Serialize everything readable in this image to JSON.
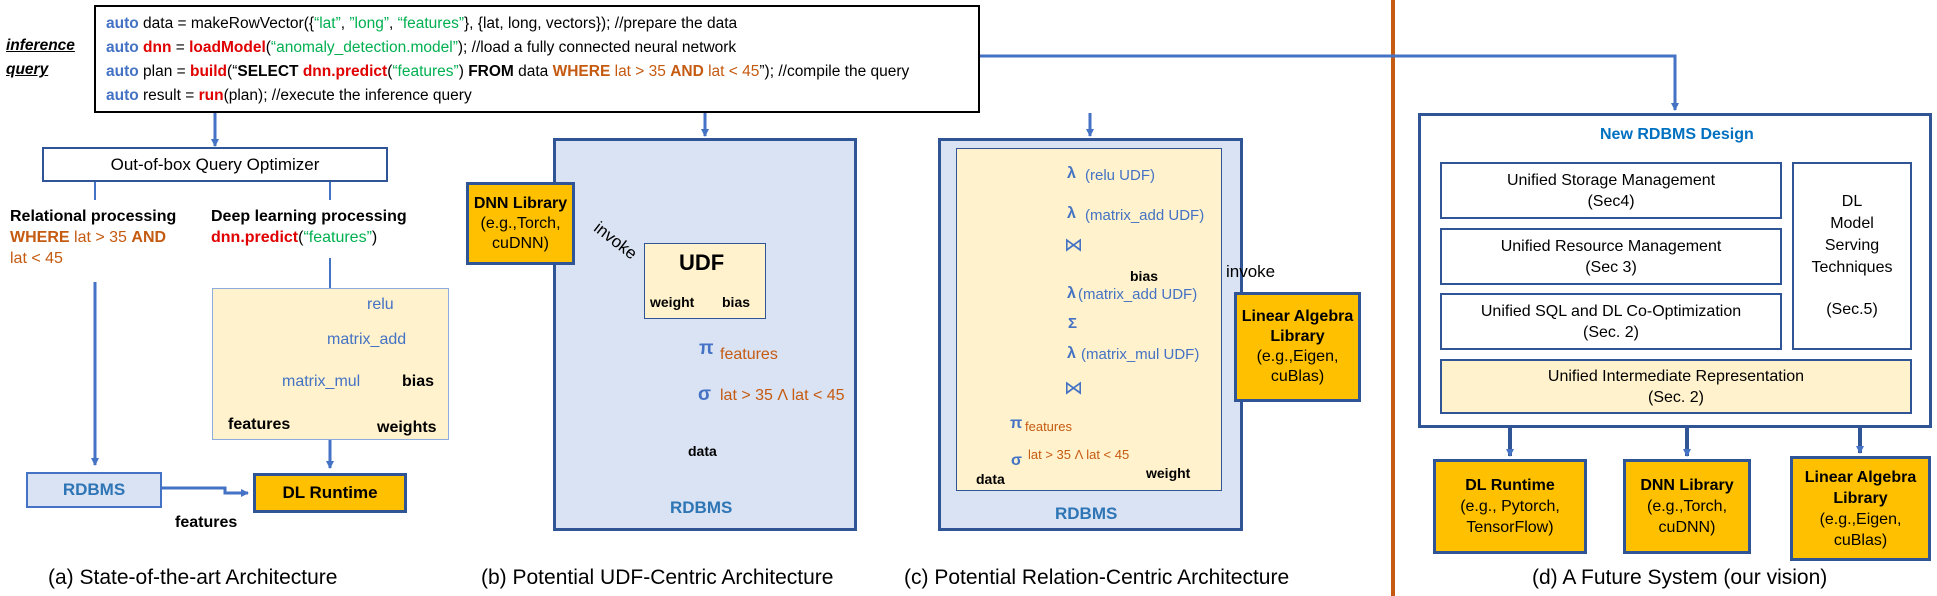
{
  "code": {
    "label_line1": "inference",
    "label_line2": "query",
    "keyword_auto": "auto",
    "l1_a": " data = makeRowVector({",
    "l1_s1": "“lat”",
    "l1_c1": ", ",
    "l1_s2": "”long”",
    "l1_c2": ", ",
    "l1_s3": "“features”",
    "l1_b": "}, {lat, long, vectors}); //prepare the data",
    "l2_var": "dnn",
    "l2_eq": " = ",
    "l2_fn": "loadModel",
    "l2_p1": "(",
    "l2_str": "“anomaly_detection.model”",
    "l2_rest": "); //load a fully connected neural network",
    "l3_a": " plan = ",
    "l3_fn": "build",
    "l3_q1": "(“",
    "l3_select": "SELECT ",
    "l3_predict": "dnn.predict",
    "l3_p1": "(",
    "l3_feat": "“features”",
    "l3_p2": ") ",
    "l3_from": "FROM",
    "l3_data": " data ",
    "l3_where": "WHERE",
    "l3_cond1": " lat > 35 ",
    "l3_and": "AND",
    "l3_cond2": " lat < 45",
    "l3_rest": "”); //compile the query",
    "l4_a": " result = ",
    "l4_fn": "run",
    "l4_rest": "(plan); //execute the inference query"
  },
  "panel_a": {
    "optimizer": "Out-of-box Query Optimizer",
    "relational_title": "Relational processing",
    "relational_where": "WHERE",
    "relational_cond1": " lat > 35 ",
    "relational_and": "AND",
    "relational_cond2": "lat < 45",
    "dl_title": "Deep learning processing",
    "dl_predict": "dnn.predict",
    "dl_p1": "(",
    "dl_feat": "“features”",
    "dl_p2": ")",
    "relu": "relu",
    "matrix_add": "matrix_add",
    "matrix_mul": "matrix_mul",
    "bias": "bias",
    "features": "features",
    "weights": "weights",
    "rdbms": "RDBMS",
    "dl_runtime": "DL Runtime",
    "features_edge": "features",
    "caption": "(a) State-of-the-art Architecture"
  },
  "panel_b": {
    "dnn_lib_title": "DNN Library",
    "dnn_lib_sub1": "(e.g.,Torch,",
    "dnn_lib_sub2": "cuDNN)",
    "invoke": "invoke",
    "udf": "UDF",
    "weight": "weight",
    "bias": "bias",
    "pi": "π",
    "features": "features",
    "sigma": "σ",
    "cond": "lat > 35 Λ lat < 45",
    "data": "data",
    "rdbms": "RDBMS",
    "caption": "(b) Potential UDF-Centric Architecture"
  },
  "panel_c": {
    "lambda": "λ",
    "relu_udf": "(relu UDF)",
    "matrix_add_udf_1": "(matrix_add UDF)",
    "join": "⋈",
    "bias": "bias",
    "matrix_add_udf_2": "(matrix_add UDF)",
    "sum": "Σ",
    "matrix_mul_udf": "(matrix_mul UDF)",
    "pi": "π",
    "features": "features",
    "sigma": "σ",
    "cond": "lat > 35 Λ lat < 45",
    "data": "data",
    "weight": "weight",
    "invoke": "invoke",
    "la_title1": "Linear Algebra",
    "la_title2": "Library",
    "la_sub1": "(e.g.,Eigen,",
    "la_sub2": "cuBlas)",
    "rdbms": "RDBMS",
    "caption": "(c) Potential Relation-Centric Architecture"
  },
  "panel_d": {
    "title": "New RDBMS Design",
    "storage": "Unified Storage Management",
    "storage_sec": "(Sec4)",
    "resource": "Unified Resource Management",
    "resource_sec": "(Sec 3)",
    "sqldl": "Unified SQL and DL Co-Optimization",
    "sqldl_sec": "(Sec. 2)",
    "serving_1": "DL",
    "serving_2": "Model",
    "serving_3": "Serving",
    "serving_4": "Techniques",
    "serving_sec": "(Sec.5)",
    "ir": "Unified Intermediate Representation",
    "ir_sec": "(Sec. 2)",
    "dl_runtime_title": "DL Runtime",
    "dl_runtime_sub1": "(e.g., Pytorch,",
    "dl_runtime_sub2": "TensorFlow)",
    "dnn_title": "DNN Library",
    "dnn_sub1": "(e.g.,Torch,",
    "dnn_sub2": "cuDNN)",
    "la_title1": "Linear Algebra",
    "la_title2": "Library",
    "la_sub1": "(e.g.,Eigen,",
    "la_sub2": "cuBlas)",
    "caption": "(d) A Future System (our vision)"
  },
  "colors": {
    "accent_blue": "#4472c4",
    "dark_blue": "#2f5597",
    "orange": "#c55a11",
    "red": "#e00000",
    "green": "#00b050",
    "gold": "#ffc000",
    "panel_fill": "#dae3f3",
    "cream": "#fff2cc"
  }
}
